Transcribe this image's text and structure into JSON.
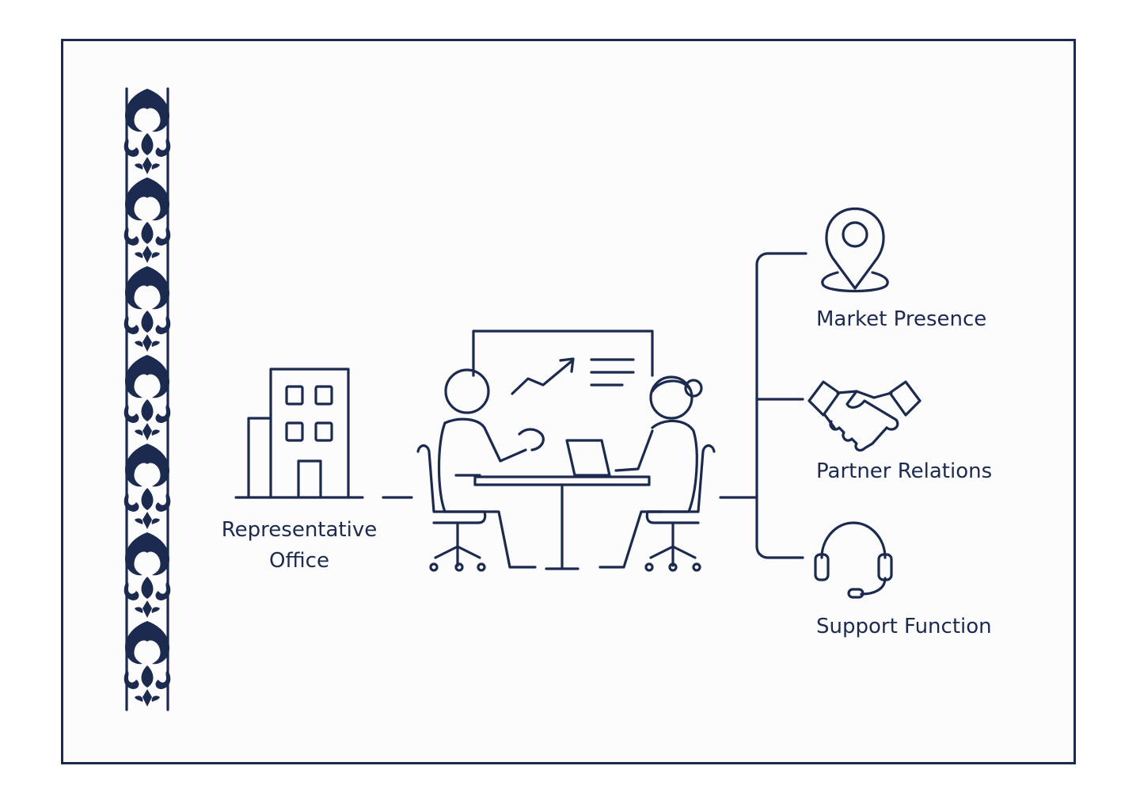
{
  "colors": {
    "ink": "#1b2a4e",
    "background": "#ffffff"
  },
  "nodes": {
    "office": {
      "label_line1": "Representative",
      "label_line2": "Office",
      "icon": "office-building-icon"
    },
    "meeting": {
      "icon": "meeting-icon"
    },
    "market": {
      "label": "Market Presence",
      "icon": "location-pin-icon"
    },
    "partner": {
      "label": "Partner Relations",
      "icon": "handshake-icon"
    },
    "support": {
      "label": "Support Function",
      "icon": "headset-icon"
    }
  },
  "decoration": {
    "icon": "ornamental-border-icon"
  }
}
